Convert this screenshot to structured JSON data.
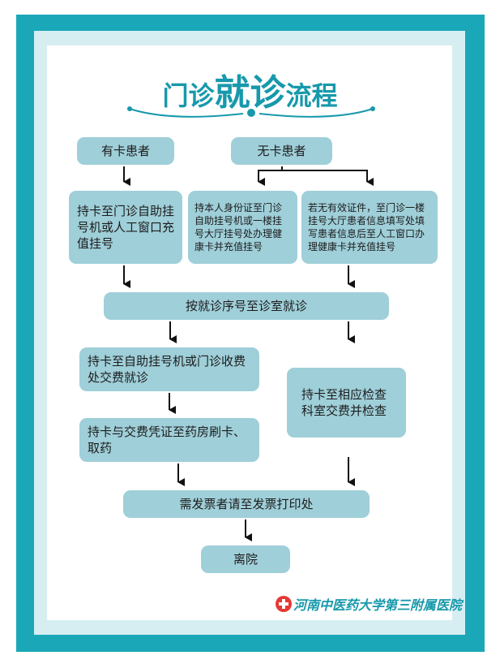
{
  "title": {
    "part1": "门诊",
    "part2": "就诊",
    "part3": "流程"
  },
  "boxes": {
    "has_card": "有卡患者",
    "no_card": "无卡患者",
    "card_self_service": "持卡至门诊自助挂号机或人工窗口充值挂号",
    "id_card_register": "持本人身份证至门诊自助挂号机或一楼挂号大厅挂号处办理健康卡并充值挂号",
    "no_id_register": "若无有效证件，至门诊一楼挂号大厅患者信息填写处填写患者信息后至人工窗口办理健康卡并充值挂号",
    "go_to_clinic": "按就诊序号至诊室就诊",
    "pay_fees": "持卡至自助挂号机或门诊收费处交费就诊",
    "exam_pay": "持卡至相应检查科室交费并检查",
    "pharmacy": "持卡与交费凭证至药房刷卡、取药",
    "invoice": "需发票者请至发票打印处",
    "leave": "离院"
  },
  "footer": {
    "hospital_name": "河南中医药大学第三附属医院"
  },
  "colors": {
    "frame": "#1aa7b8",
    "box": "#9fcfd9",
    "accent": "#1799ab",
    "arrow": "#111111"
  }
}
